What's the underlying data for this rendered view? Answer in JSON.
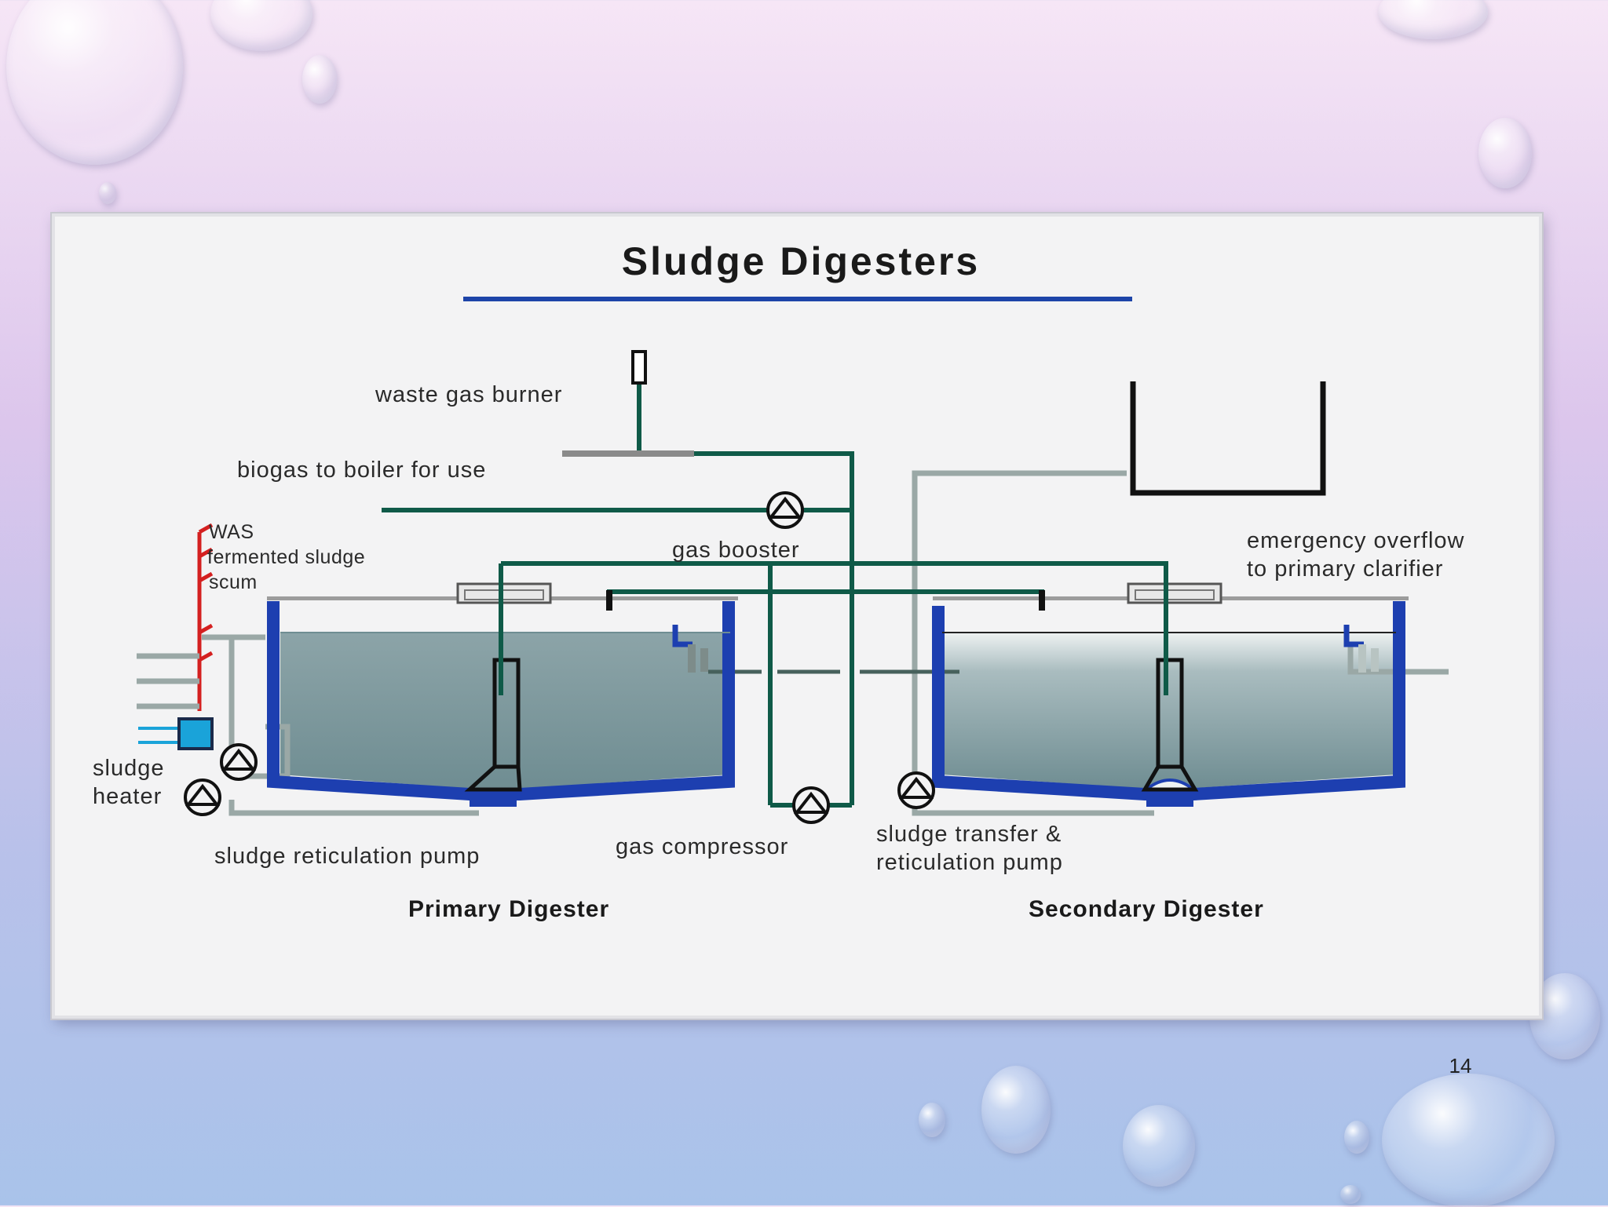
{
  "slide": {
    "title": "Sludge Digesters",
    "page_number": "14"
  },
  "labels": {
    "waste_gas_burner": "waste gas burner",
    "biogas_to_boiler": "biogas to boiler for use",
    "gas_booster": "gas booster",
    "was": "WAS",
    "fermented_sludge": "fermented sludge",
    "scum": "scum",
    "emergency_overflow_line1": "emergency overflow",
    "emergency_overflow_line2": "to primary clarifier",
    "sludge_heater_line1": "sludge",
    "sludge_heater_line2": "heater",
    "sludge_reticulation_pump": "sludge reticulation pump",
    "gas_compressor": "gas compressor",
    "sludge_transfer_line1": "sludge transfer  &",
    "sludge_transfer_line2": "reticulation pump",
    "primary_digester": "Primary Digester",
    "secondary_digester": "Secondary Digester"
  },
  "colors": {
    "tank_wall": "#1d3fb0",
    "gas_pipe": "#0f5a48",
    "sludge_pipe": "#9aa8a6",
    "feed_lines": "#d42020",
    "water_line": "#1aa3d9",
    "title_underline": "#1d44a8",
    "sludge_fill": "#7f9a9e"
  }
}
